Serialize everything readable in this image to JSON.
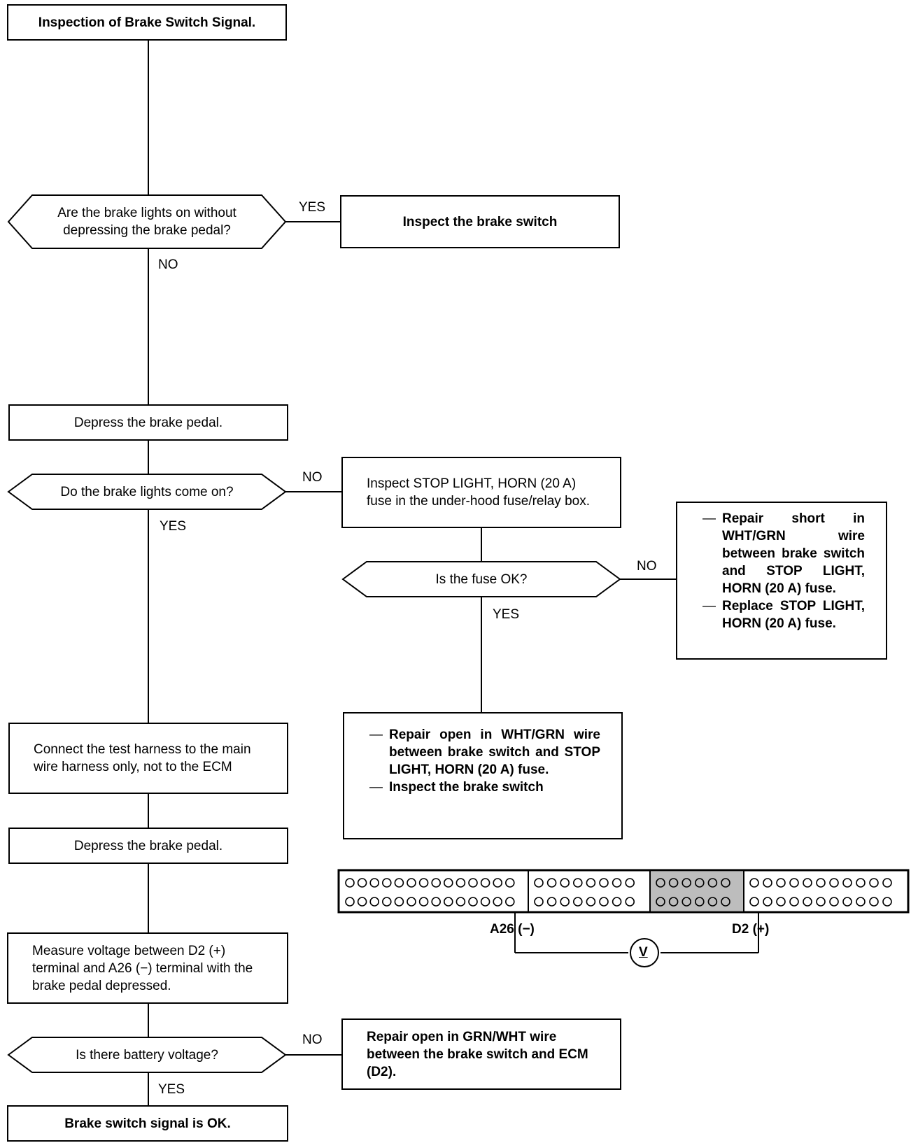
{
  "steps": {
    "start": "Inspection of Brake Switch Signal.",
    "q_lights_without": "Are the brake lights on without depressing the brake pedal?",
    "inspect_switch_1": "Inspect the brake switch",
    "depress_1": "Depress the brake pedal.",
    "q_lights_come_on": "Do the brake lights come on?",
    "inspect_fuse": "Inspect STOP LIGHT, HORN (20 A) fuse in the under-hood fuse/relay box.",
    "q_fuse_ok": "Is the fuse OK?",
    "repair_short": [
      "Repair short in WHT/GRN wire between brake switch and STOP LIGHT, HORN (20 A) fuse.",
      "Replace STOP LIGHT, HORN (20 A) fuse."
    ],
    "repair_open_fuse": [
      "Repair open in WHT/GRN wire between brake switch and STOP LIGHT, HORN (20 A) fuse.",
      "Inspect the brake switch"
    ],
    "connect_harness": "Connect the test harness to the main wire harness only, not to the ECM",
    "depress_2": "Depress the brake pedal.",
    "measure_voltage": "Measure voltage between D2 (+) terminal and A26 (−) terminal with the brake pedal depressed.",
    "q_battery": "Is there battery voltage?",
    "repair_open_ecm": "Repair open in GRN/WHT wire between the brake switch and ECM (D2).",
    "end": "Brake switch signal is OK."
  },
  "answers": {
    "yes": "YES",
    "no": "NO"
  },
  "connector": {
    "pin_a26": "A26 (−)",
    "pin_d2": "D2 (+)",
    "meter": "V"
  }
}
